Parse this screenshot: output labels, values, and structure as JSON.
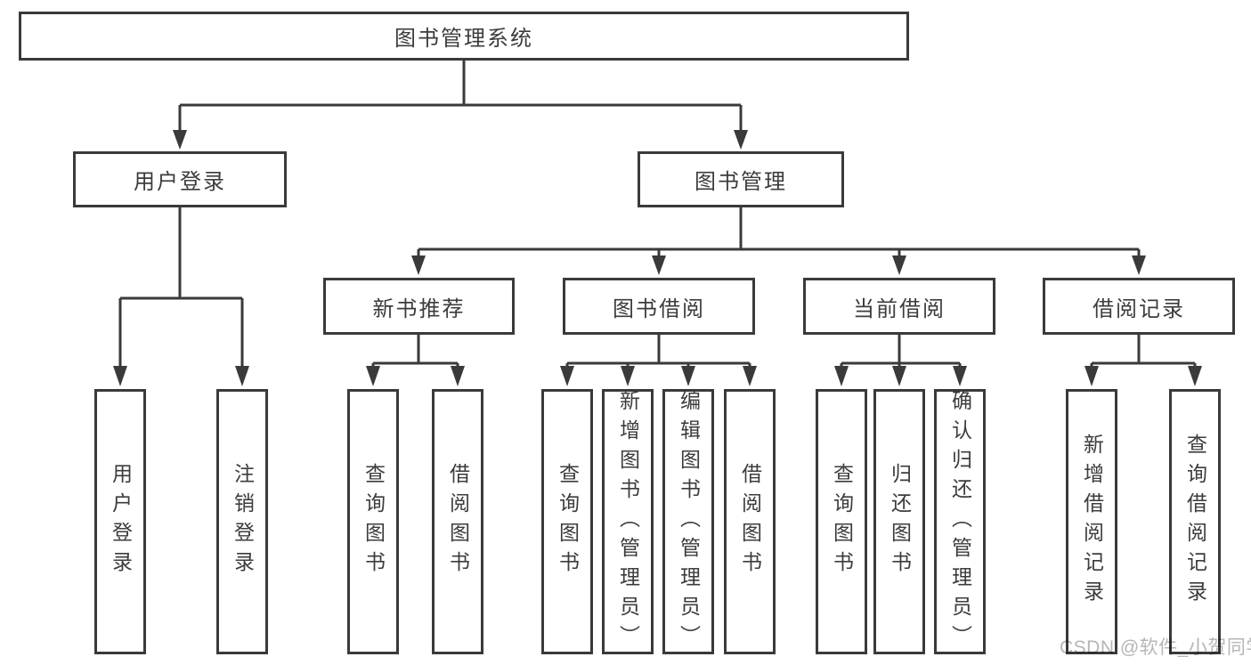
{
  "diagram": {
    "root": "图书管理系统",
    "level2": [
      "用户登录",
      "图书管理"
    ],
    "level3": [
      "新书推荐",
      "图书借阅",
      "当前借阅",
      "借阅记录"
    ],
    "leaves": {
      "user_login": [
        "用户登录",
        "注销登录"
      ],
      "recommend": [
        "查询图书",
        "借阅图书"
      ],
      "borrowing": [
        "查询图书",
        "新增图书（管理员）",
        "编辑图书（管理员）",
        "借阅图书"
      ],
      "current": [
        "查询图书",
        "归还图书",
        "确认归还（管理员）"
      ],
      "records": [
        "新增借阅记录",
        "查询借阅记录"
      ]
    }
  },
  "watermark": "CSDN @软件_小贺同学",
  "colors": {
    "line": "#3a3a3a",
    "text": "#3c3c3c",
    "watermark": "#b6b6b6",
    "background": "#ffffff"
  }
}
